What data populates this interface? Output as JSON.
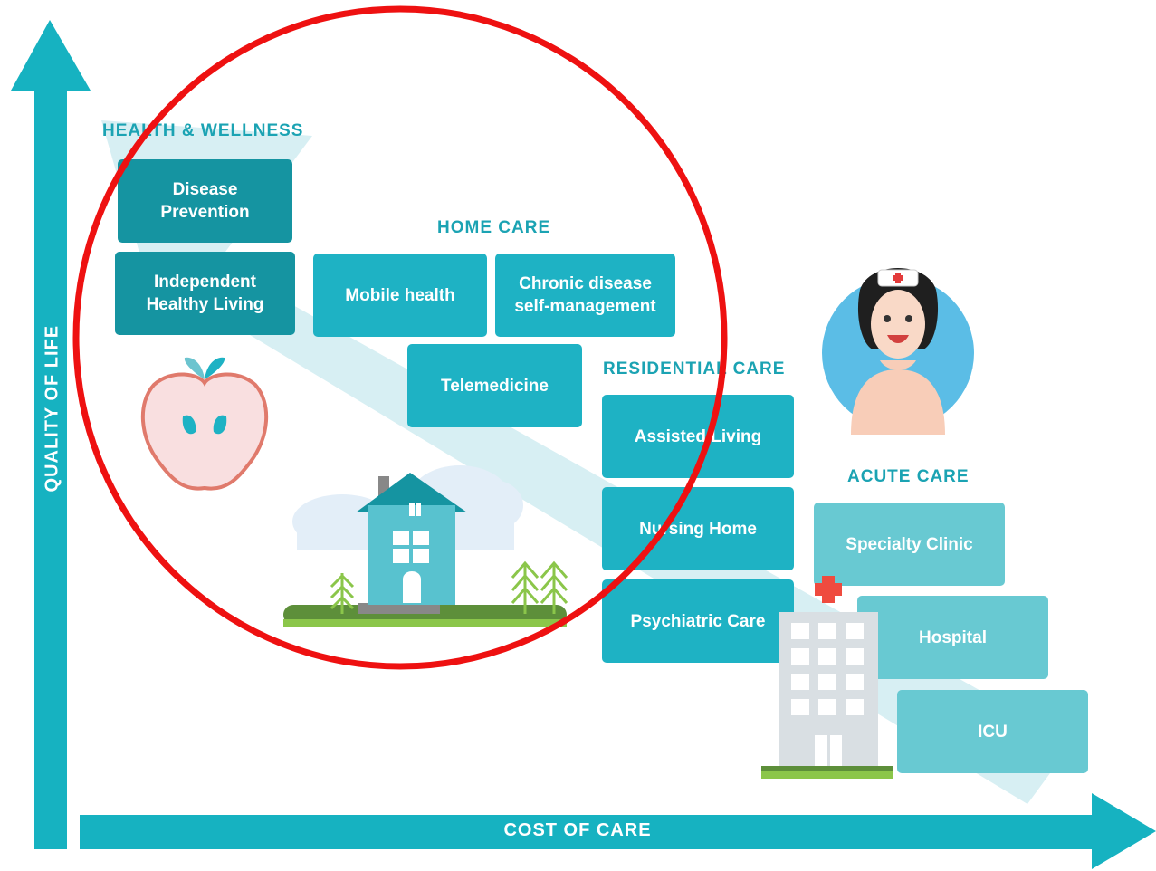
{
  "axes": {
    "y_label": "QUALITY OF LIFE",
    "x_label": "COST OF CARE"
  },
  "categories": {
    "health_wellness": "HEALTH & WELLNESS",
    "home_care": "HOME CARE",
    "residential_care": "RESIDENTIAL CARE",
    "acute_care": "ACUTE CARE"
  },
  "boxes": {
    "disease_prevention": "Disease\nPrevention",
    "independent_living": "Independent\nHealthy Living",
    "mobile_health": "Mobile health",
    "chronic_disease": "Chronic disease\nself-management",
    "telemedicine": "Telemedicine",
    "assisted_living": "Assisted Living",
    "nursing_home": "Nursing Home",
    "psychiatric_care": "Psychiatric Care",
    "specialty_clinic": "Specialty Clinic",
    "hospital": "Hospital",
    "icu": "ICU"
  },
  "colors": {
    "axis": "#16b2c1",
    "dark_box": "#1594a1",
    "mid_box": "#1eb2c4",
    "light_box": "#68c9d2",
    "highlight_circle": "#ee1111"
  },
  "icons": [
    "apple-icon",
    "house-icon",
    "nurse-icon",
    "hospital-building-icon",
    "tree-icon",
    "cloud-icon"
  ]
}
